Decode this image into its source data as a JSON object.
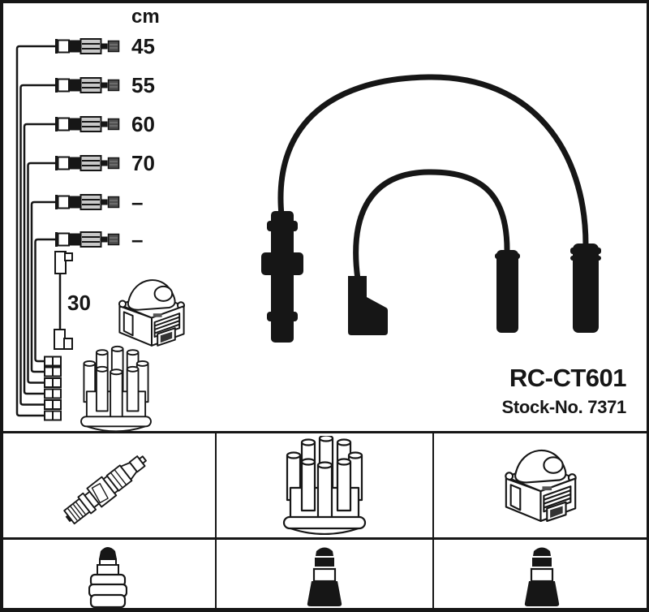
{
  "part": {
    "code": "RC-CT601",
    "stock_no": "Stock-No. 7371"
  },
  "length_chart": {
    "unit_label": "cm",
    "rows": [
      {
        "length_label": "45"
      },
      {
        "length_label": "55"
      },
      {
        "length_label": "60"
      },
      {
        "length_label": "70"
      },
      {
        "length_label": "–"
      },
      {
        "length_label": "–"
      }
    ],
    "coil_wire_length_label": "30"
  },
  "legend": {
    "top_row_icons": [
      "spark-plug-icon",
      "distributor-cap-icon",
      "ignition-coil-icon"
    ],
    "bottom_row_icons": [
      "spark-plug-boot-icon",
      "distributor-boot-icon",
      "coil-boot-icon"
    ]
  },
  "colors": {
    "ink": "#161616",
    "paper": "#ffffff",
    "spring_gray": "#c8c8c8",
    "cap_gray": "#4f4f4f"
  }
}
